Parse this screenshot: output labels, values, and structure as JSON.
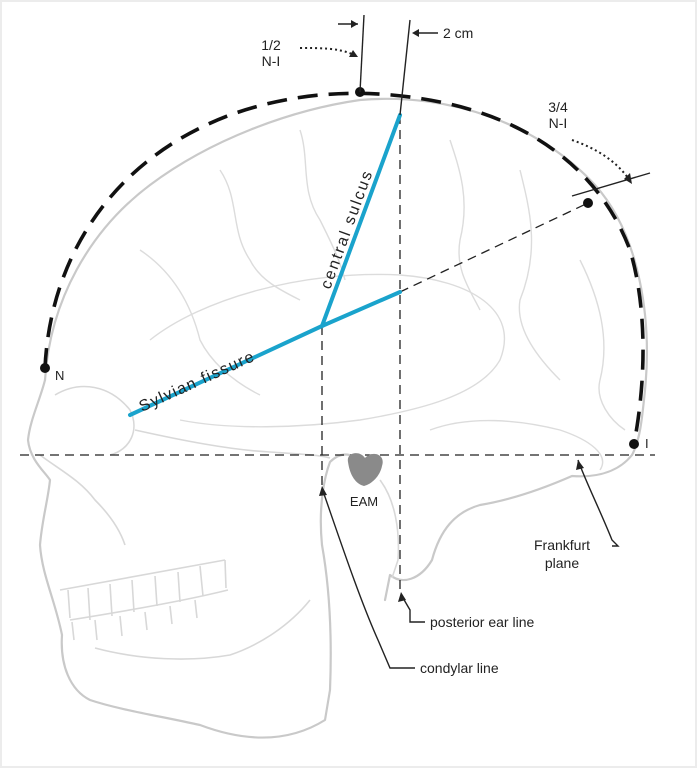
{
  "labels": {
    "half_line1": "1/2",
    "half_line2": "N-I",
    "two_cm": "2 cm",
    "three_quarter_line1": "3/4",
    "three_quarter_line2": "N-I",
    "n_point": "N",
    "i_point": "I",
    "central_sulcus": "central sulcus",
    "sylvian_fissure": "Sylvian fissure",
    "eam": "EAM",
    "frankfurt_line1": "Frankfurt",
    "frankfurt_line2": "plane",
    "posterior_ear_line": "posterior ear line",
    "condylar_line": "condylar line"
  },
  "colors": {
    "landmark_line": "#1aa3cc",
    "skull_outline": "#c9c9c9",
    "annotation": "#222222"
  }
}
